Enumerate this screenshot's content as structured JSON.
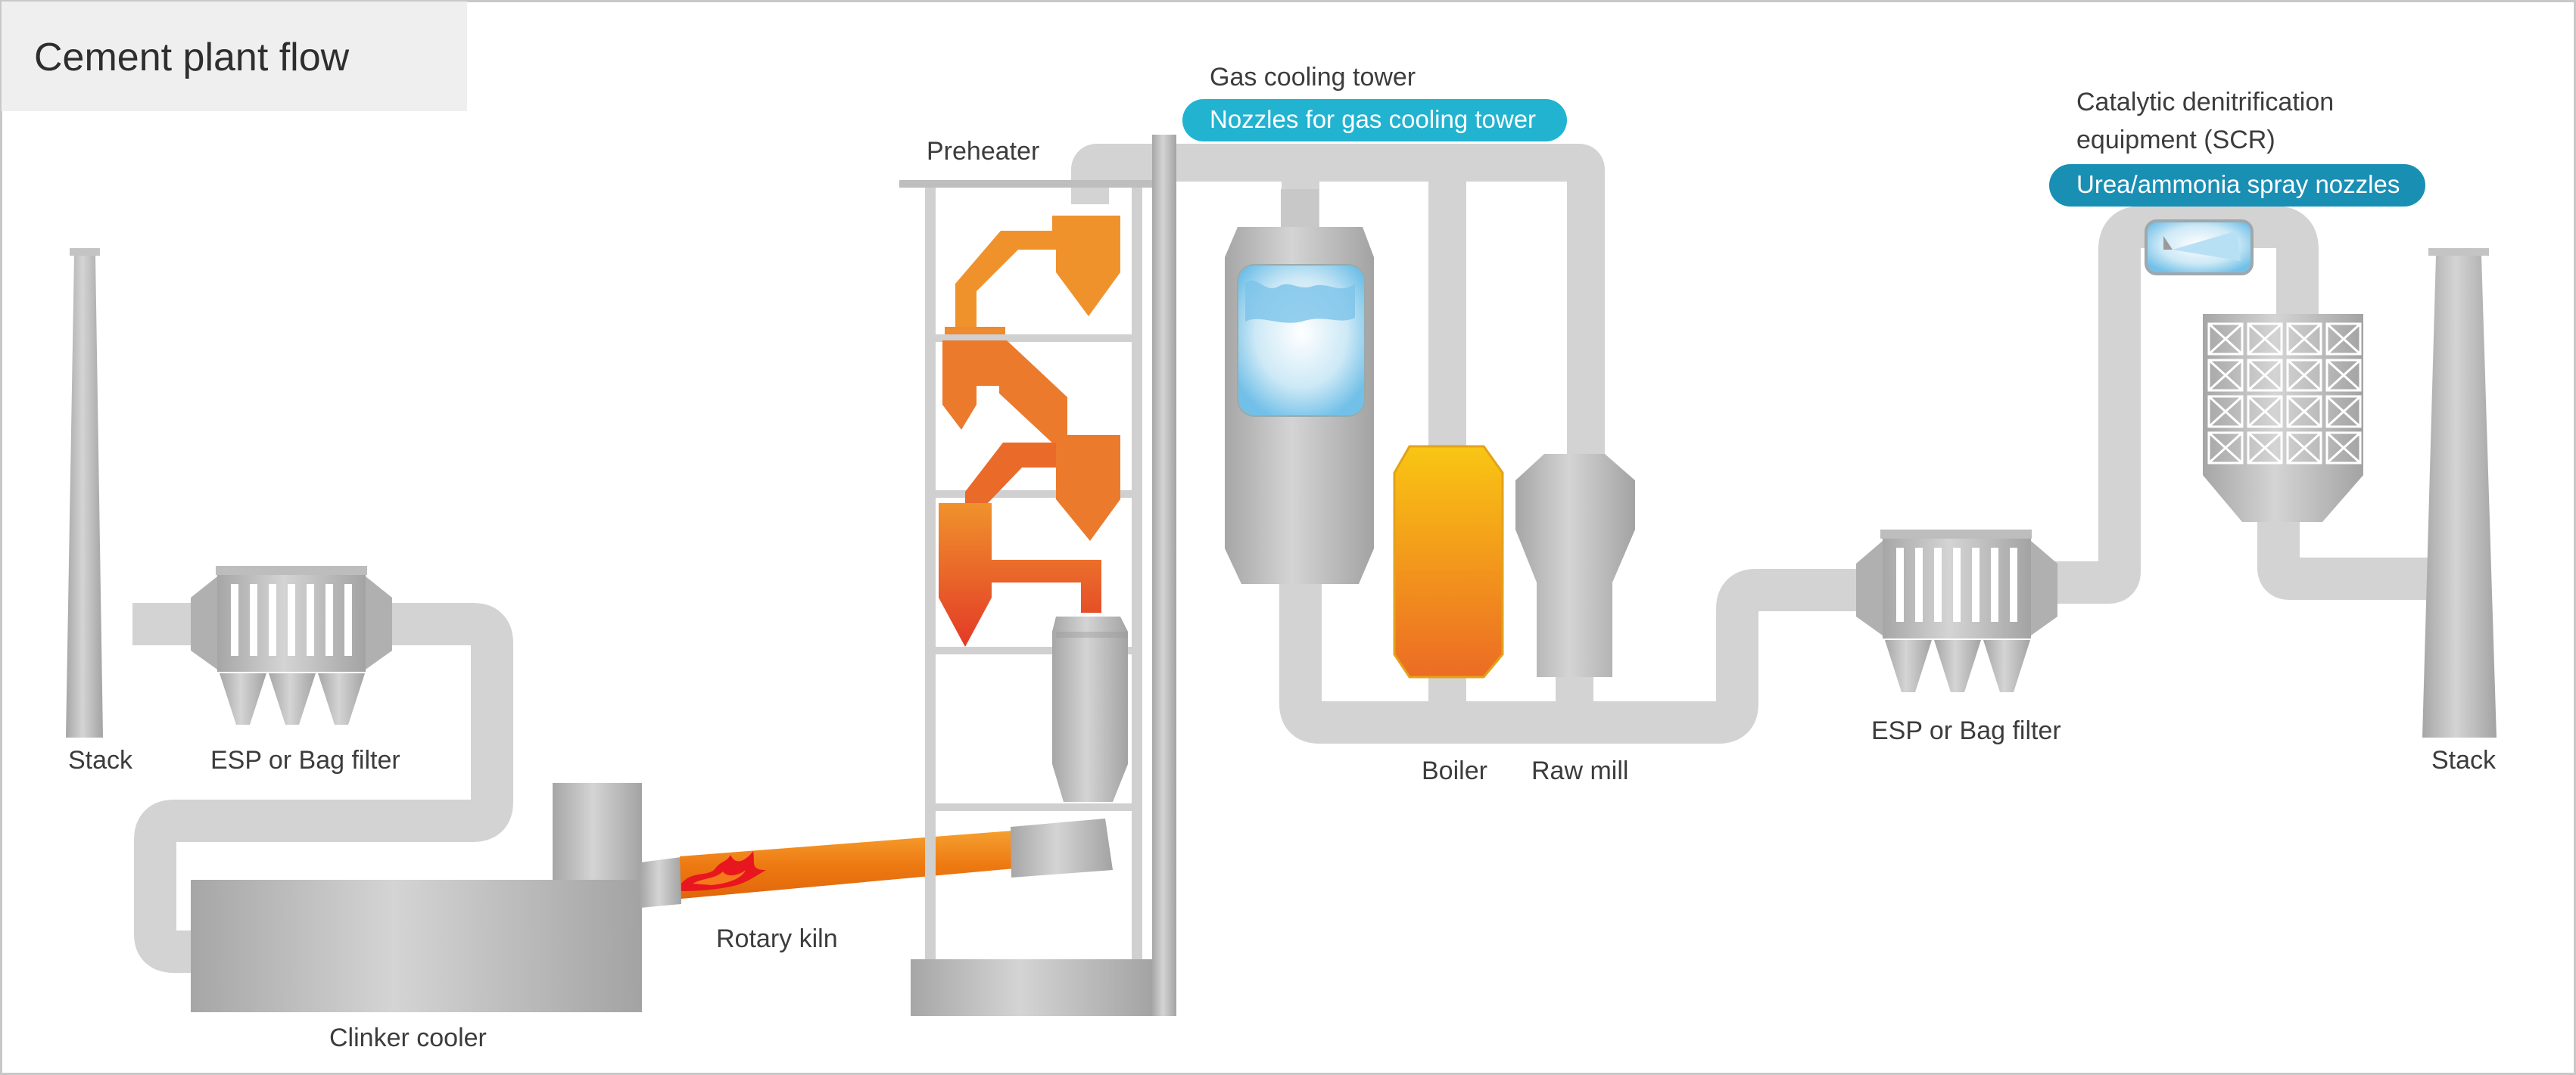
{
  "title": "Cement plant flow",
  "labels": {
    "stack_left": "Stack",
    "esp_left": "ESP or Bag filter",
    "clinker_cooler": "Clinker cooler",
    "rotary_kiln": "Rotary kiln",
    "preheater": "Preheater",
    "gas_cooling_tower": "Gas cooling tower",
    "boiler": "Boiler",
    "raw_mill": "Raw mill",
    "esp_right": "ESP or Bag filter",
    "scr_line1": "Catalytic denitrification",
    "scr_line2": "equipment (SCR)",
    "stack_right": "Stack"
  },
  "callouts": {
    "nozzles_gas_cooling": "Nozzles for gas cooling tower",
    "urea_nozzles": "Urea/ammonia spray nozzles"
  },
  "colors": {
    "pipe": "#d3d3d3",
    "equipment_gray": "#b3b3b3",
    "callout_light": "#22b3d0",
    "callout_dark": "#1a8fb4",
    "flame_orange": "#ee7a12",
    "boiler_top": "#f9c613",
    "boiler_bottom": "#ec6b24",
    "preheater_top": "#f0922c",
    "preheater_bottom": "#e33a27",
    "water_spray": "#bfe3f3"
  }
}
